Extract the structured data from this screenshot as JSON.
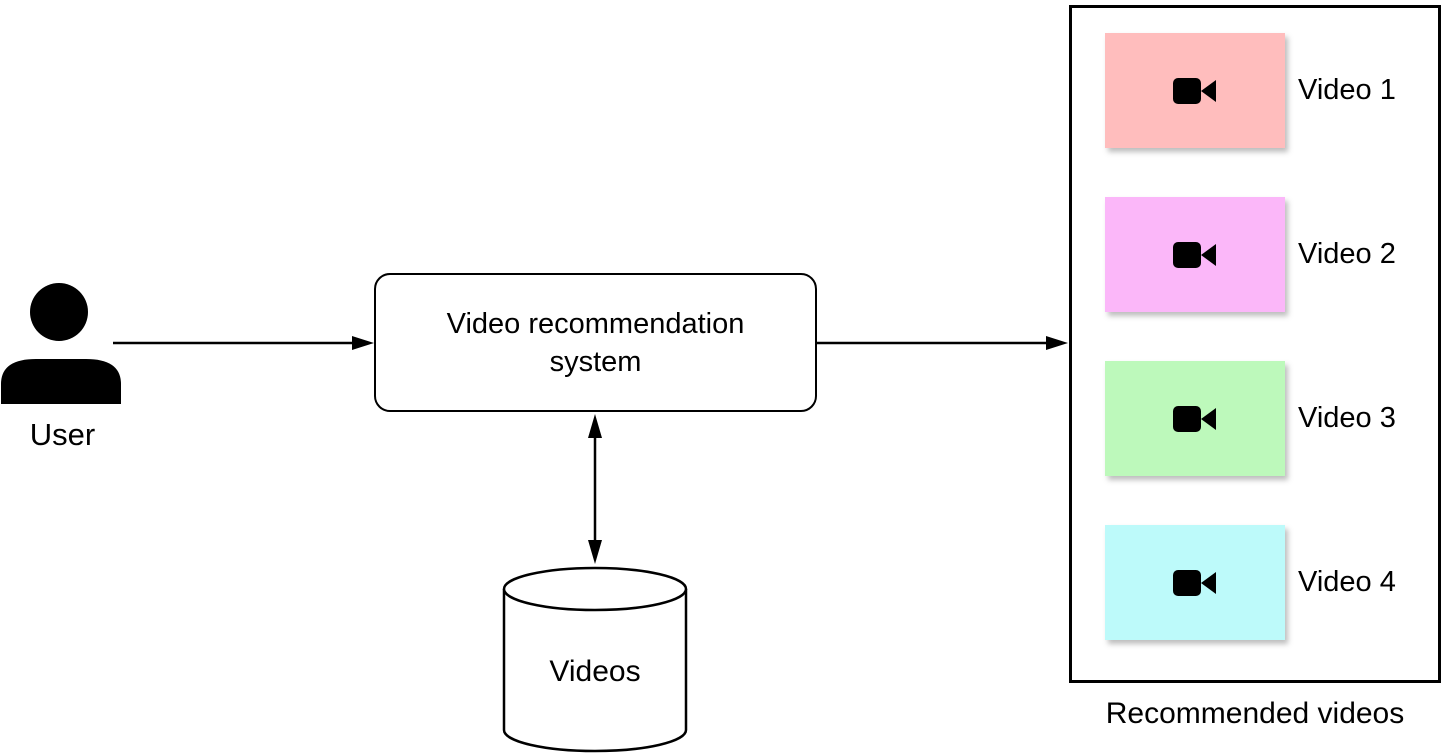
{
  "diagram": {
    "title_hint": "video recommendation system flow",
    "colors": {
      "stroke": "#000000",
      "background": "#ffffff"
    },
    "user": {
      "label": "User",
      "icon": "person-silhouette-icon"
    },
    "system_box": {
      "label": "Video recommendation system",
      "line1": "Video recommendation",
      "line2": "system"
    },
    "database": {
      "label": "Videos",
      "icon": "database-cylinder"
    },
    "connections": {
      "user_to_system": "arrow-right",
      "system_to_recommendations": "arrow-right",
      "system_to_database": "arrow-double-vertical"
    },
    "recommended_panel": {
      "caption": "Recommended videos",
      "thumbnail_icon": "video-camera-icon",
      "videos": [
        {
          "label": "Video 1",
          "color": "#ffbdbd"
        },
        {
          "label": "Video 2",
          "color": "#fbb7f9"
        },
        {
          "label": "Video 3",
          "color": "#bdf9bb"
        },
        {
          "label": "Video 4",
          "color": "#bdfafa"
        }
      ]
    }
  }
}
